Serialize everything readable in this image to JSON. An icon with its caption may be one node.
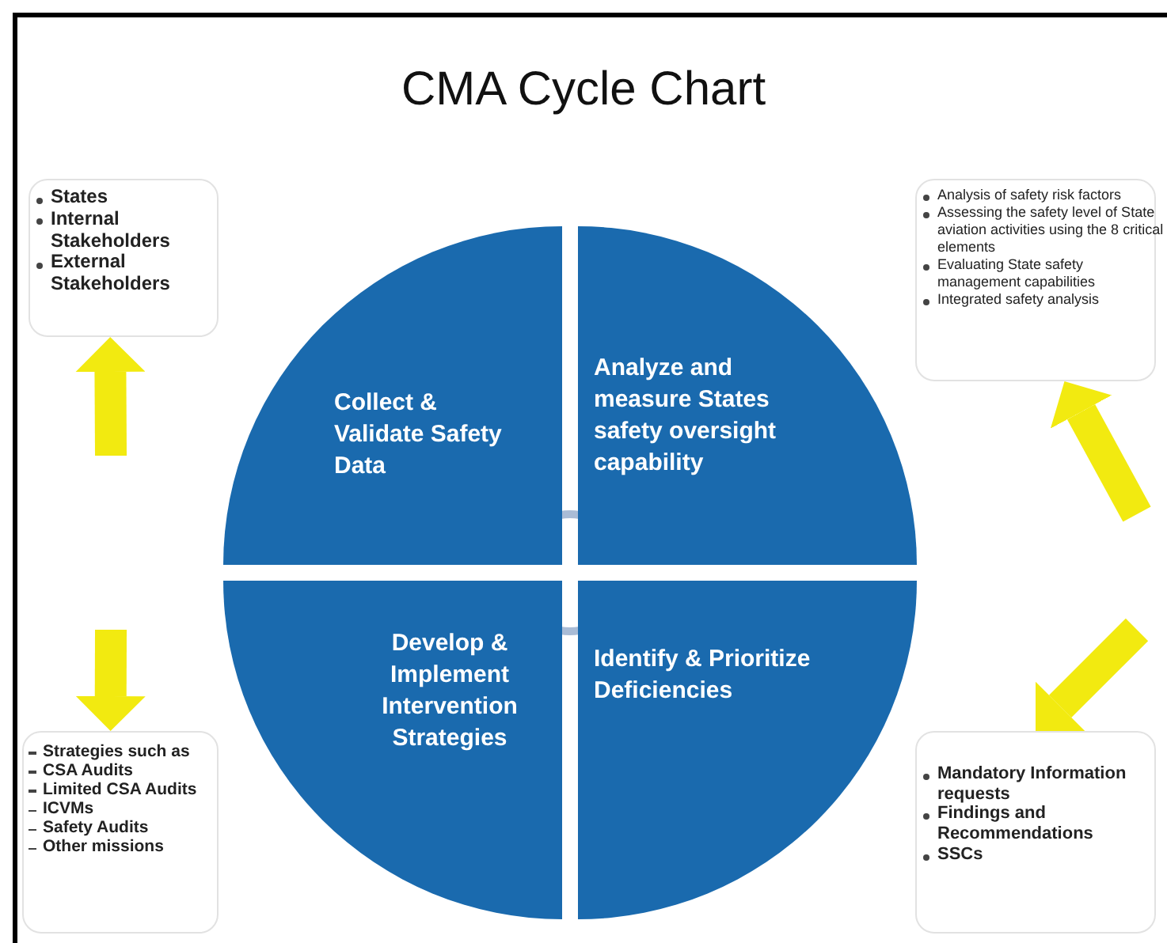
{
  "diagram": {
    "title": "CMA Cycle Chart",
    "nodes": [
      {
        "text": [
          "Collect & Validate Safety Data"
        ]
      },
      {
        "text": [
          "Analyze and measure States safety oversight capability"
        ]
      },
      {
        "text": [
          "Develop & Implement Intervention Strategies"
        ]
      },
      {
        "text": [
          "Identify & Prioritize Deficiencies"
        ]
      },
      {
        "text": [
          "States",
          "Internal Stakeholders",
          "External Stakeholders"
        ]
      },
      {
        "text": [
          "Analysis of safety risk factors",
          "Assessing the safety level of State aviation activities using the 8 critical elements",
          "Evaluating State safety management capabilities",
          "Integrated safety analysis"
        ]
      },
      {
        "text": [
          "Strategies such as",
          "CSA Audits",
          "Limited CSA Audits",
          "ICVMs",
          "Safety Audits",
          "Other missions"
        ]
      },
      {
        "text": [
          "Mandatory Information requests",
          "Findings and Recommendations",
          "SSCs"
        ]
      }
    ],
    "edges": [
      {
        "from": null,
        "to": 4,
        "arrow": "to"
      },
      {
        "from": null,
        "to": 5,
        "arrow": "to"
      },
      {
        "from": null,
        "to": 6,
        "arrow": "to"
      },
      {
        "from": null,
        "to": 7,
        "arrow": "to"
      },
      {
        "from": 0,
        "to": 1,
        "arrow": "none",
        "color": "#a9bcd6"
      },
      {
        "from": 3,
        "to": 2,
        "arrow": "none",
        "color": "#a9bcd6"
      }
    ]
  }
}
